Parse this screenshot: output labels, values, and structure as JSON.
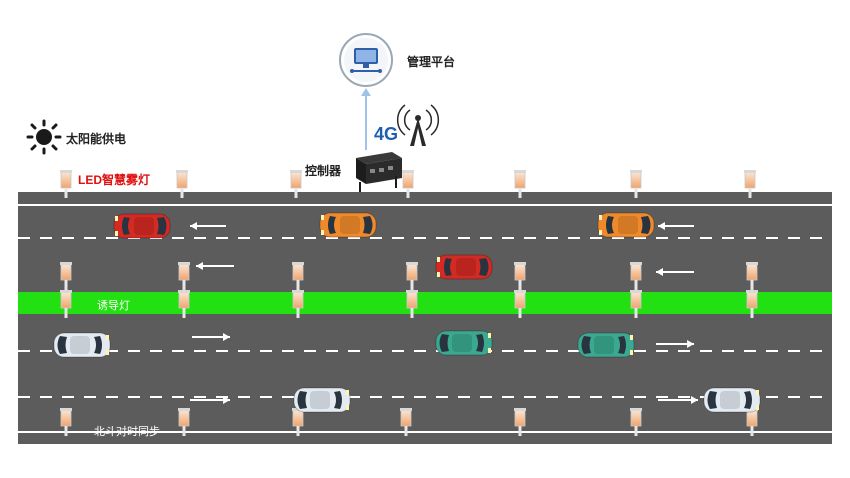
{
  "labels": {
    "platform": "管理平台",
    "solar": "太阳能供电",
    "controller": "控制器",
    "network": "4G",
    "fog_lamp": "LED智慧雾灯",
    "guide_light": "诱导灯",
    "beidou_sync": "北斗对时同步"
  },
  "colors": {
    "road": "#5c5c5c",
    "guide_strip": "#22e012",
    "fog_lamp_label": "#e01010",
    "car_red": "#d42a24",
    "car_orange": "#ef8a2c",
    "car_teal": "#3aa98f",
    "car_light": "#e3eaf2"
  },
  "icons": {
    "platform": "computer-network-icon",
    "solar": "sun-icon",
    "network": "signal-tower-icon",
    "controller": "controller-box-icon"
  }
}
